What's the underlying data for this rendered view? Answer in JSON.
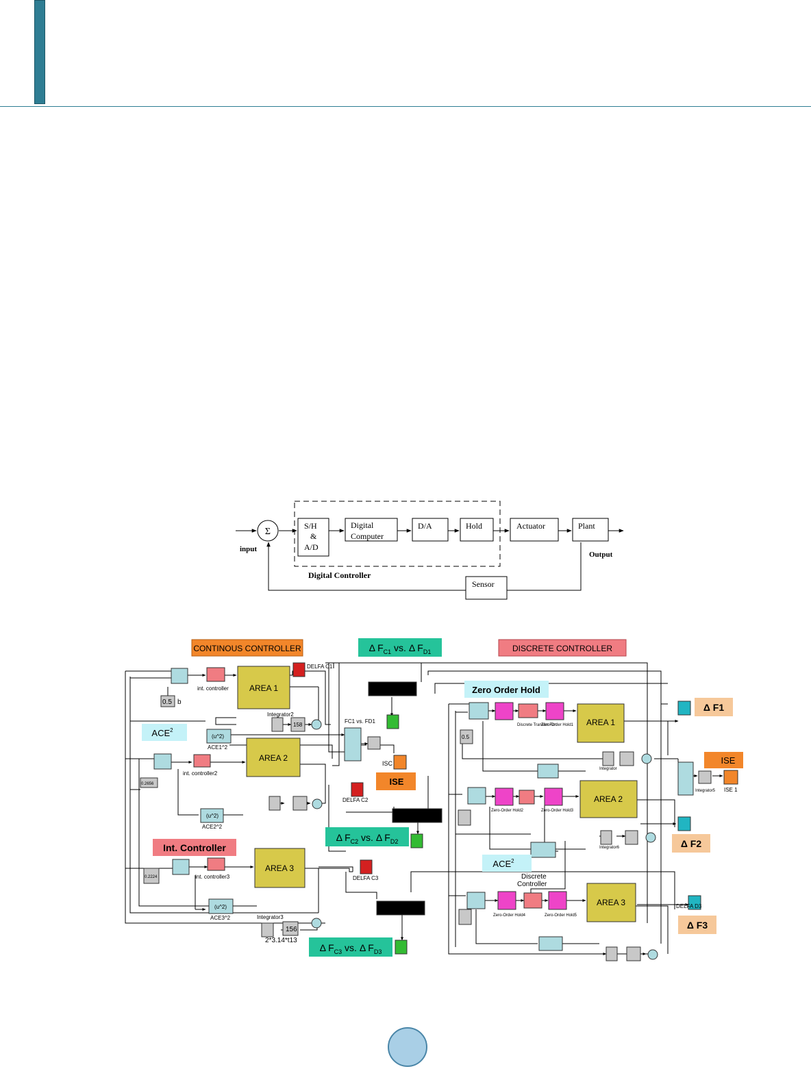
{
  "fig1": {
    "blocks": {
      "sum_symbol": "Σ",
      "sh_line1": "S/H",
      "sh_line2": "&",
      "sh_line3": "A/D",
      "dc_line1": "Digital",
      "dc_line2": "Computer",
      "da": "D/A",
      "hold": "Hold",
      "actuator": "Actuator",
      "plant": "Plant",
      "sensor": "Sensor"
    },
    "labels": {
      "input": "input",
      "output": "Output",
      "digital_controller": "Digital Controller"
    }
  },
  "fig2": {
    "banners": {
      "continuous": "CONTINOUS CONTROLLER",
      "discrete": "DISCRETE CONTROLLER",
      "zoh": "Zero Order Hold",
      "int_controller": "Int. Controller",
      "ace2_left": "ACE",
      "ace2_right": "ACE",
      "ace2_sup": "2",
      "ise_left": "ISE",
      "ise_right": "ISE"
    },
    "compare": {
      "c1_delta": "Δ F",
      "c1_sub1": "C1",
      "c1_mid": " vs. Δ F",
      "c1_sub2": "D1",
      "c2_delta": "Δ F",
      "c2_sub1": "C2",
      "c2_mid": " vs. Δ F",
      "c2_sub2": "D2",
      "c3_delta": "Δ F",
      "c3_sub1": "C3",
      "c3_mid": " vs. Δ F",
      "c3_sub2": "D3"
    },
    "dfs": {
      "f1": "Δ F1",
      "f2": "Δ F2",
      "f3": "Δ F3"
    },
    "areas": {
      "a1_left": "AREA 1",
      "a2_left": "AREA 2",
      "a3_left": "AREA 3",
      "a1_right": "AREA 1",
      "a2_right": "AREA 2",
      "a3_right": "AREA 3"
    },
    "small_labels": {
      "const_b": "0.5",
      "b": "b",
      "const_b1": "0.5",
      "int_ctrl1": "int. controller",
      "int_ctrl2": "int. controller2",
      "int_ctrl3": "int. controller3",
      "u2": "(u^2)",
      "ace1_2": "ACE1^2",
      "ace2_2": "ACE2^2",
      "ace3_2": "ACE3^2",
      "integrator2": "Integrator2",
      "integrator3": "Integrator3",
      "fc1_fd1": "FC1 vs. FD1",
      "isc": "ISC",
      "ise1": "ISE 1",
      "delfa_c1": "DELFA C1",
      "delfa_c2": "DELFA C2",
      "delfa_c3": "DELFA C3",
      "delfa_d3": "DELFA D3",
      "const_156": "156",
      "const_158": "158",
      "const_2pi": "2*3.14*t13",
      "discrete_tf": "Discrete Transfer Fcn",
      "zoh1": "Zero-Order Hold1",
      "zoh2": "Zero-Order Hold2",
      "zoh3": "Zero-Order Hold3",
      "zoh4": "Zero-Order Hold4",
      "zoh5": "Zero-Order Hold5",
      "discrete_controller_1": "Discrete",
      "discrete_controller_2": "Controller",
      "integrator": "Integrator",
      "integrator5": "Integrator5",
      "integrator6": "Integrator6",
      "b2": "0.2656",
      "b3": "0.2224"
    }
  },
  "colors": {
    "header_blue": "#2e7d93",
    "area_yellow": "#d7c94a",
    "sum_teal": "#aedbe0",
    "zoh_magenta": "#ee44c8",
    "scope_red": "#d42020",
    "scope_green": "#33bb33",
    "banner_orange": "#f2862a",
    "banner_pink": "#f07c82",
    "banner_green": "#25c39a",
    "banner_cyan": "#c4f2f8",
    "banner_peach": "#f6c89a"
  }
}
